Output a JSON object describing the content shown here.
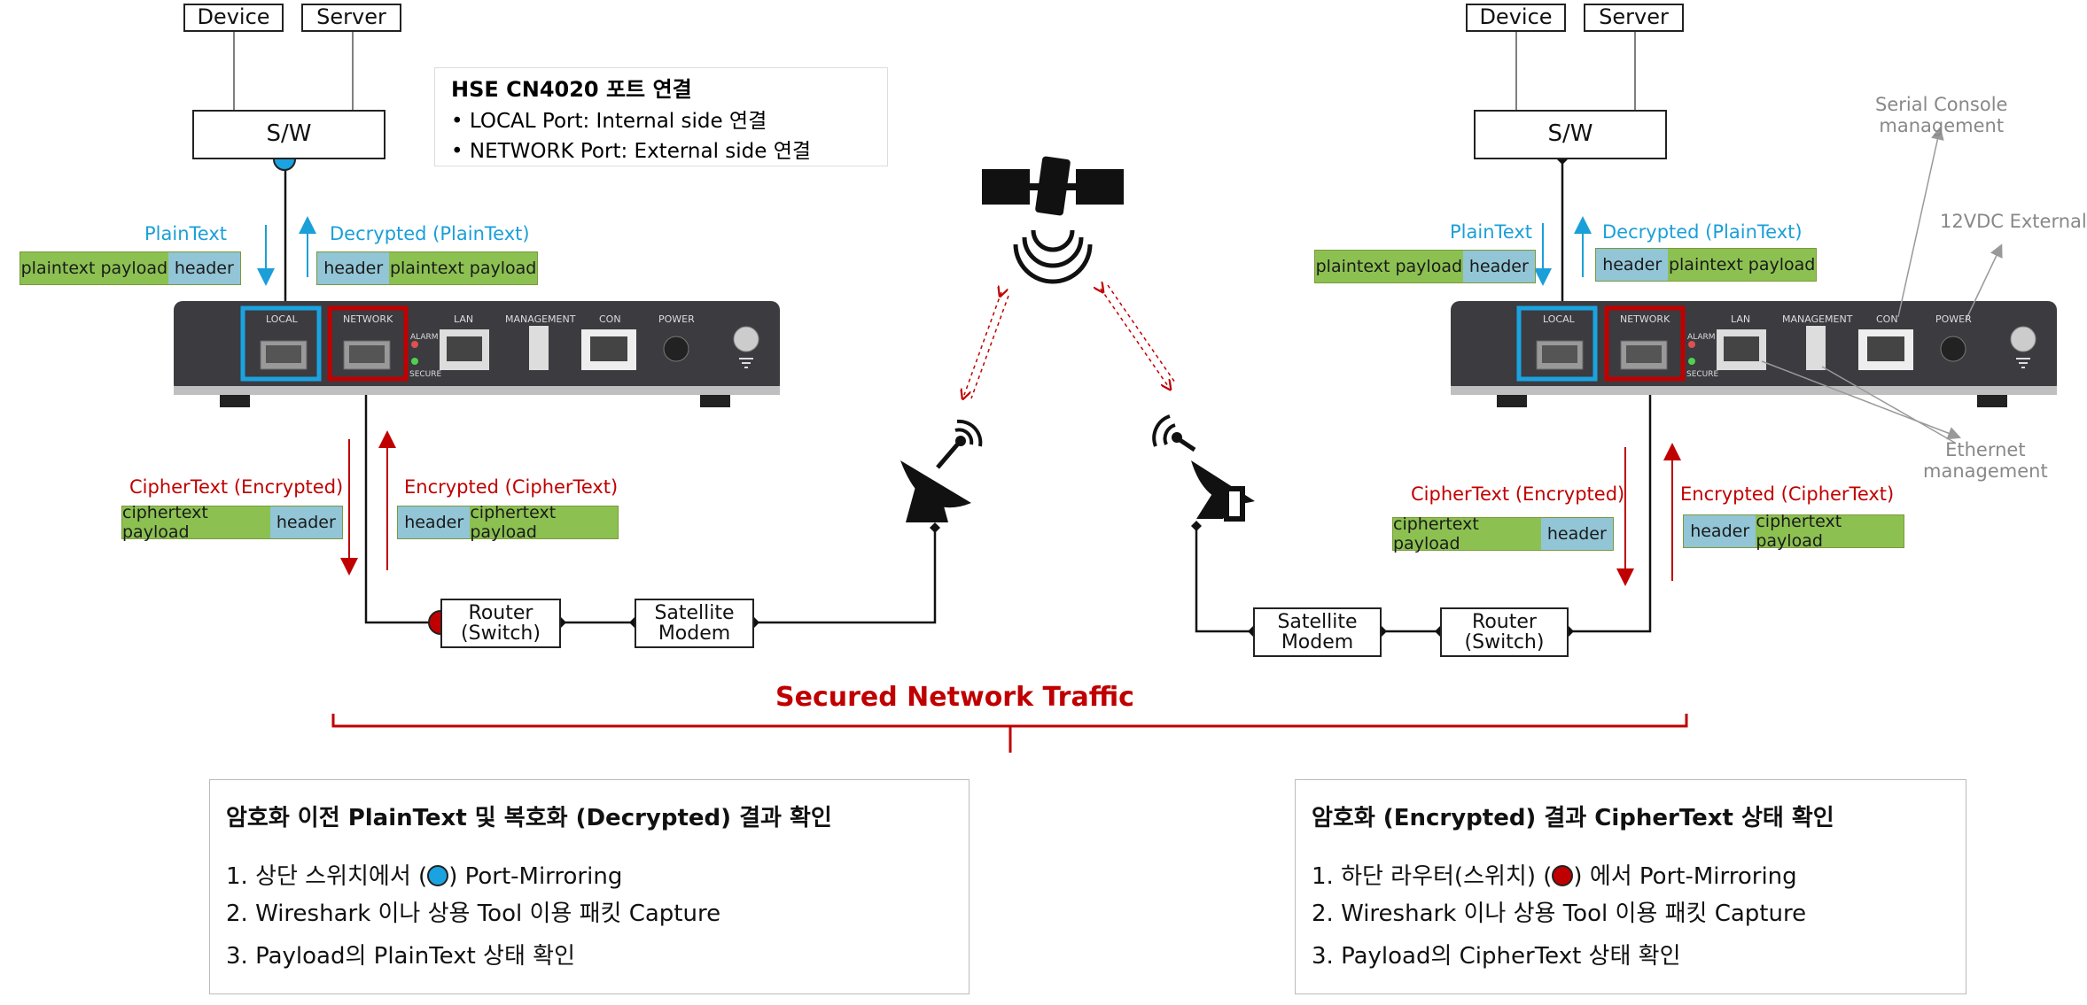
{
  "colors": {
    "cyan": "#1a9fd8",
    "red": "#c00000",
    "green": "#8cc152",
    "blue": "#92c5d6",
    "device": "#3a3a3e"
  },
  "note": {
    "title": "HSE CN4020 포트 연결",
    "line1": "• LOCAL Port: Internal side 연결",
    "line2": "• NETWORK Port: External side 연결"
  },
  "left": {
    "device": "Device",
    "server": "Server",
    "switch": "S/W",
    "plaintext_label": "PlainText",
    "decrypted_label": "Decrypted (PlainText)",
    "ciphertext_label": "CipherText (Encrypted)",
    "encrypted_label": "Encrypted (CipherText)",
    "pkt_plain_payload": "plaintext payload",
    "pkt_header": "header",
    "pkt_cipher_payload": "ciphertext payload",
    "router_line1": "Router",
    "router_line2": "(Switch)",
    "modem_line1": "Satellite",
    "modem_line2": "Modem"
  },
  "right": {
    "device": "Device",
    "server": "Server",
    "switch": "S/W",
    "plaintext_label": "PlainText",
    "decrypted_label": "Decrypted (PlainText)",
    "ciphertext_label": "CipherText (Encrypted)",
    "encrypted_label": "Encrypted (CipherText)",
    "pkt_plain_payload": "plaintext payload",
    "pkt_header": "header",
    "pkt_cipher_payload": "ciphertext payload",
    "router_line1": "Router",
    "router_line2": "(Switch)",
    "modem_line1": "Satellite",
    "modem_line2": "Modem",
    "serial_line1": "Serial Console",
    "serial_line2": "management",
    "power_ext": "12VDC External",
    "eth_line1": "Ethernet",
    "eth_line2": "management"
  },
  "appliance": {
    "local": "LOCAL",
    "network": "NETWORK",
    "lan": "LAN",
    "management": "MANAGEMENT",
    "con": "CON",
    "power": "POWER",
    "alarm": "ALARM",
    "secure": "SECURE"
  },
  "secured_title": "Secured Network Traffic",
  "panel_left": {
    "title": "암호화 이전 PlainText 및 복호화 (Decrypted) 결과 확인",
    "line1_pre": "1. 상단 스위치에서 (",
    "line1_post": ") Port-Mirroring",
    "line2": "2. Wireshark 이나 상용 Tool 이용 패킷 Capture",
    "line3": "3. Payload의 PlainText 상태 확인"
  },
  "panel_right": {
    "title": "암호화 (Encrypted) 결과 CipherText 상태 확인",
    "line1_pre": "1. 하단 라우터(스위치) (",
    "line1_post": ") 에서 Port-Mirroring",
    "line2": "2. Wireshark 이나 상용 Tool 이용 패킷 Capture",
    "line3": "3. Payload의 CipherText 상태 확인"
  }
}
